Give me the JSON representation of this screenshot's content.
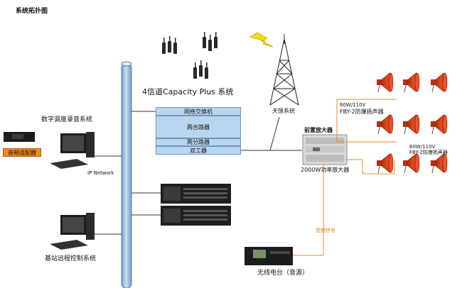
{
  "title": "系统拓扑图",
  "system_title": "4信道Capacity Plus 系统",
  "modules": [
    "网络交换机",
    "两合路器",
    "两分路器",
    "双工器"
  ],
  "antenna_label": "天馈系统",
  "dispatch_label": "数字调度录音系统",
  "adapter_label": "音频适配器",
  "ip_network_label": "IP Network",
  "remote_label": "基站远程控制系统",
  "preamp_label": "前置放大器",
  "amp_label": "2000W功率放大器",
  "audio_signal_label": "音频信号",
  "radio_label": "无线电台（音源）",
  "speaker_groups": [
    {
      "spec": "60W/110V",
      "name": "FBY-2防爆扬声器"
    },
    {
      "spec": "60W/110V",
      "name": "FBY-2防爆扬声器"
    }
  ],
  "colors": {
    "backbone": "#9bbbe0",
    "module_fill": "#bcd5ee",
    "orange": "#f08a24",
    "speaker": "#d63a12"
  }
}
